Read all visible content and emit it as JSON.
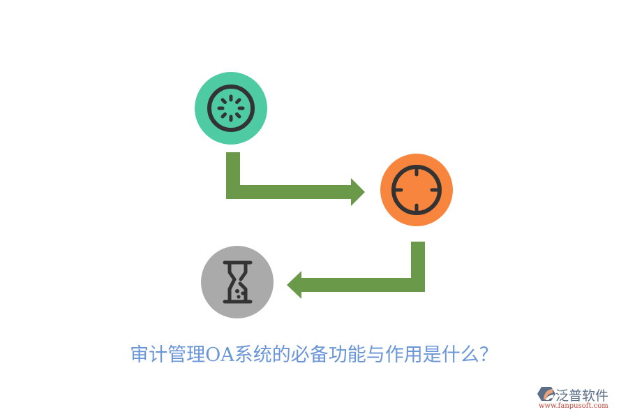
{
  "diagram": {
    "title": "审计管理OA系统的必备功能与作用是什么？",
    "nodes": [
      {
        "id": "start",
        "icon": "loading-spinner-icon",
        "color": "#4ecba3"
      },
      {
        "id": "target",
        "icon": "crosshair-icon",
        "color": "#f8853d"
      },
      {
        "id": "end",
        "icon": "hourglass-icon",
        "color": "#aaaaaa"
      }
    ],
    "arrows": [
      {
        "from": "start",
        "to": "target",
        "color": "#6a994a"
      },
      {
        "from": "target",
        "to": "end",
        "color": "#6a994a"
      }
    ],
    "icon_stroke_color": "#333333",
    "title_color": "#6a96d8"
  },
  "watermark": {
    "brand_name": "泛普软件",
    "url": "www.fanpusoft.com"
  }
}
